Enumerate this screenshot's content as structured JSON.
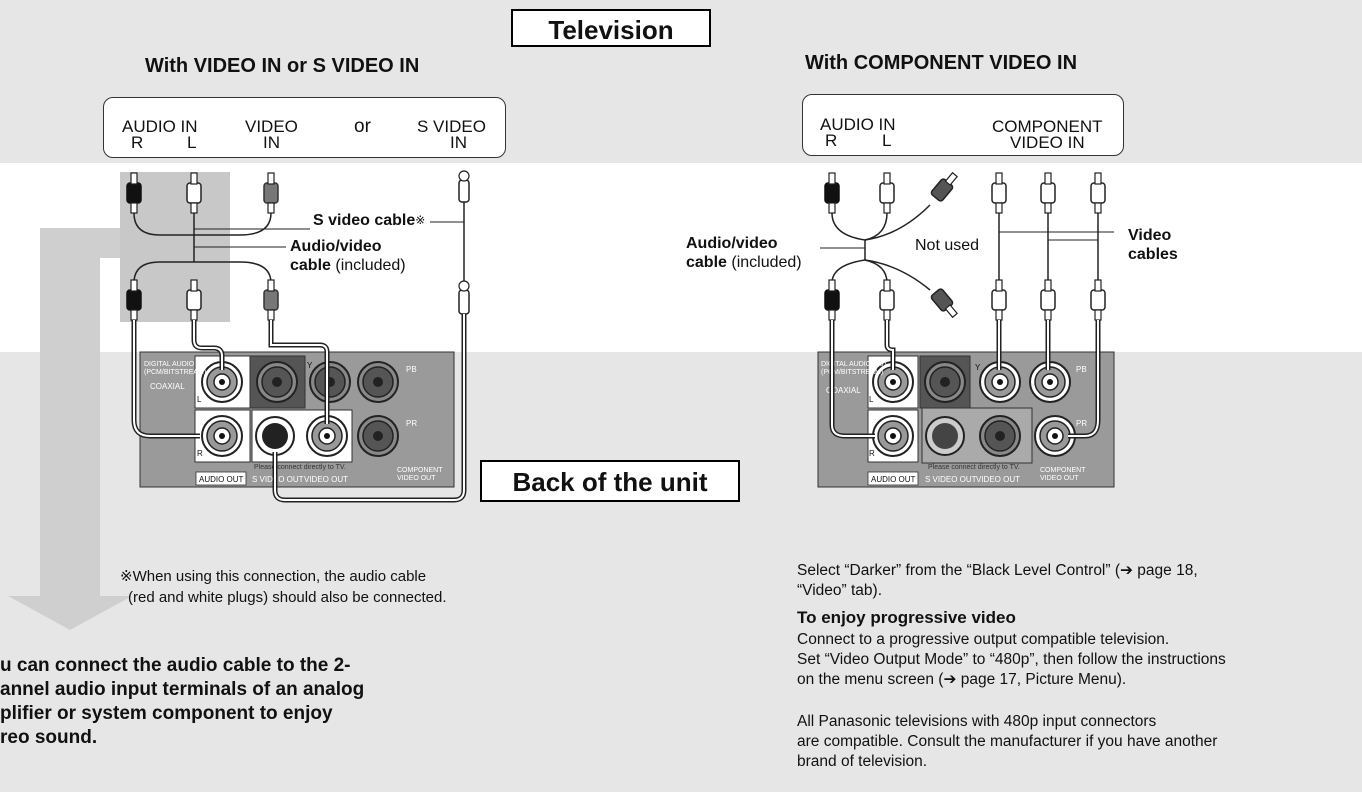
{
  "title": "Television",
  "left": {
    "heading": "With VIDEO IN or S VIDEO IN",
    "panel": {
      "audio_in": "AUDIO IN",
      "r": "R",
      "l": "L",
      "video": "VIDEO",
      "video_in": "IN",
      "or": "or",
      "s_video": "S VIDEO",
      "s_video_in": "IN"
    },
    "s_video_cable": "S video cable",
    "s_video_mark": "※",
    "av_cable_bold_1": "Audio/video",
    "av_cable_bold_2": "cable",
    "av_cable_included": "(included)",
    "unit_labels": {
      "digital": "DIGITAL AUDIO OUT",
      "pcm": "(PCM/BITSTREAM)",
      "coaxial": "COAXIAL",
      "l": "L",
      "r": "R",
      "y": "Y",
      "pb": "PB",
      "pr": "PR",
      "please": "Please connect directly to TV.",
      "audio_out": "AUDIO OUT",
      "s_video_out": "S VIDEO OUT",
      "video_out": "VIDEO OUT",
      "component_1": "COMPONENT",
      "component_2": "VIDEO OUT"
    },
    "back_of_unit": "Back of the unit",
    "note_1": "※When using this connection, the audio cable",
    "note_2": "(red and white plugs) should also be connected.",
    "bottom_1": "u can connect the audio cable to the 2-",
    "bottom_2": "annel audio input terminals of an analog",
    "bottom_3": "plifier or system component to enjoy",
    "bottom_4": "reo sound."
  },
  "right": {
    "heading": "With COMPONENT VIDEO IN",
    "panel": {
      "audio_in": "AUDIO IN",
      "r": "R",
      "l": "L",
      "component": "COMPONENT",
      "video_in": "VIDEO IN"
    },
    "av_cable_bold": "Audio/video",
    "av_cable_bold_2": "cable",
    "av_cable_included": "(included)",
    "not_used": "Not used",
    "video_cables_1": "Video",
    "video_cables_2": "cables",
    "select_line_1": "Select “Darker” from the “Black Level Control” (➔ page 18,",
    "select_line_2": "“Video” tab).",
    "progressive_heading": "To enjoy progressive video",
    "prog_1": "Connect to a progressive output compatible television.",
    "prog_2": "Set “Video Output Mode” to “480p”, then follow the instructions",
    "prog_3": "on the menu screen (➔ page 17, Picture Menu).",
    "pan_1": "All Panasonic televisions with 480p input connectors",
    "pan_2": "are compatible. Consult the manufacturer if you have another",
    "pan_3": "brand of television."
  },
  "colors": {
    "band": "#e6e6e6",
    "highlight": "#c8c8c8",
    "arrow": "#cfcfcf",
    "unit_body": "#9a9a9a"
  }
}
